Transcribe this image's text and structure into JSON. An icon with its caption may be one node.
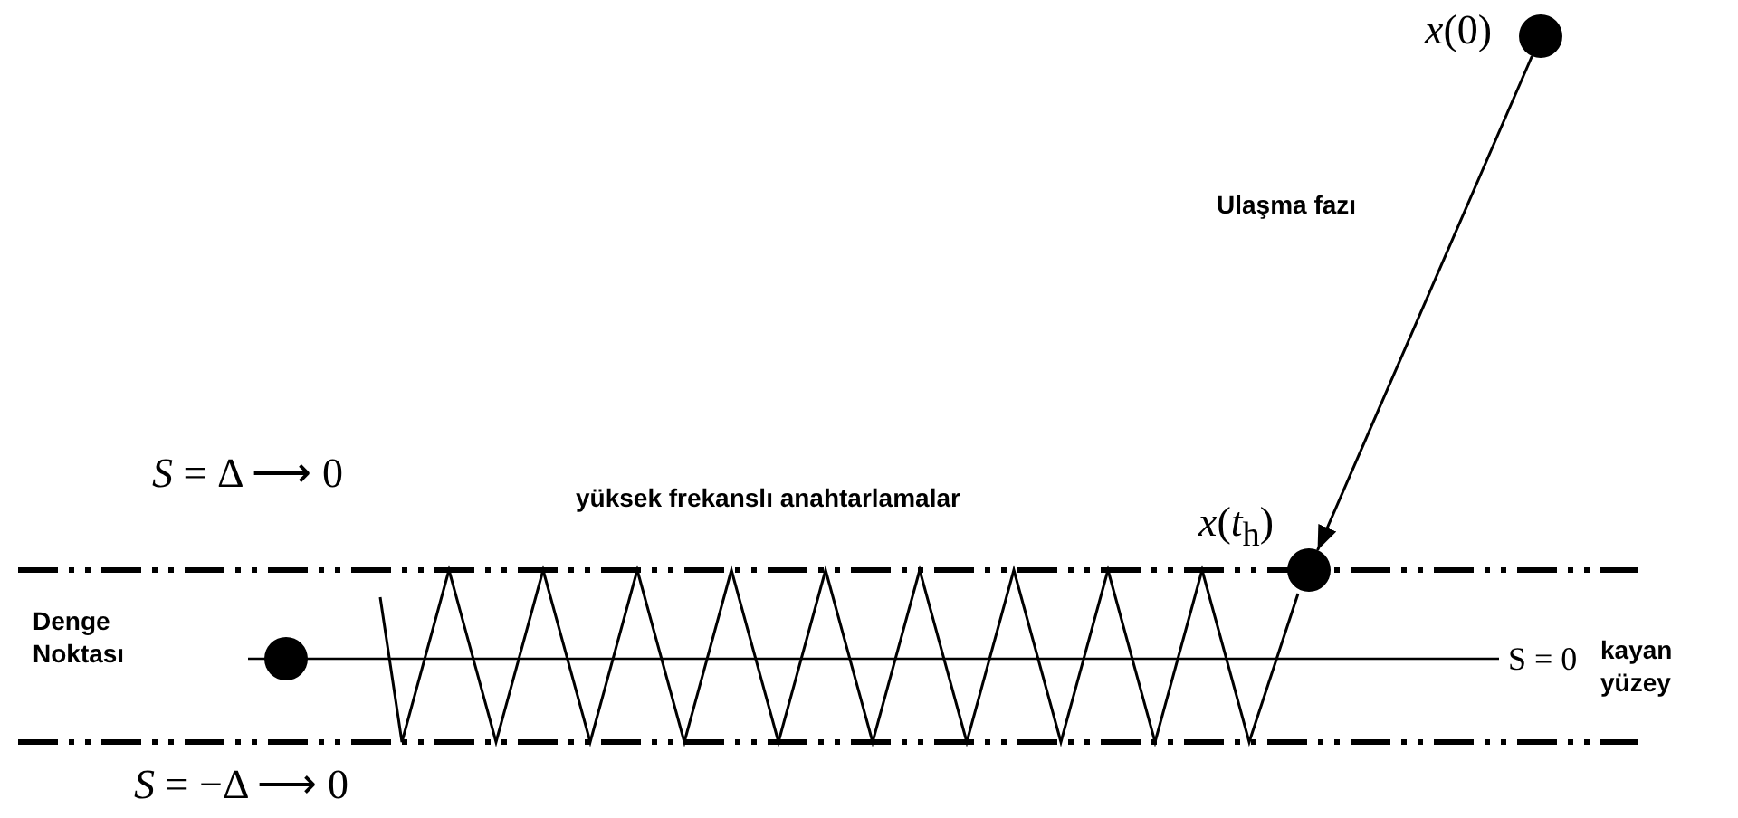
{
  "diagram": {
    "nodes": [
      {
        "text": [],
        "shape": "circle",
        "beside": [
          "*x*(0)"
        ]
      },
      {
        "text": [],
        "shape": "circle",
        "beside": [
          "*x*(*t*$_{h}$)"
        ]
      },
      {
        "text": [],
        "shape": "circle"
      }
    ],
    "edges": [
      {
        "from": 0,
        "to": 1,
        "arrow": "to",
        "label": "Ulaşma fazı"
      }
    ],
    "labels": [
      "*S* =  Δ ⟶ 0",
      "yüksek frekanslı anahtarlamalar",
      "Denge Noktası",
      "S = 0",
      "kayan yüzey",
      "*S* = −Δ ⟶ 0"
    ]
  }
}
